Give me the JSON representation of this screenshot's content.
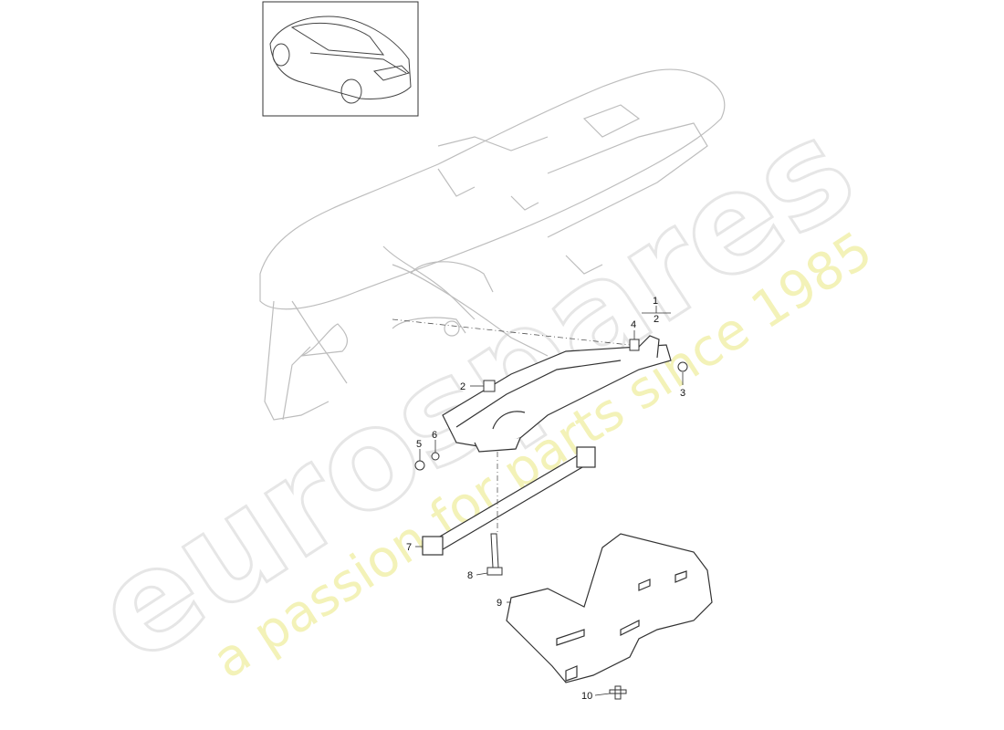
{
  "watermark": {
    "brand": "eurospares",
    "tagline": "a passion for parts since 1985"
  },
  "callouts": [
    {
      "id": "c1",
      "label": "1"
    },
    {
      "id": "c2a",
      "label": "2"
    },
    {
      "id": "c2b",
      "label": "2"
    },
    {
      "id": "c3",
      "label": "3"
    },
    {
      "id": "c4",
      "label": "4"
    },
    {
      "id": "c5",
      "label": "5"
    },
    {
      "id": "c6",
      "label": "6"
    },
    {
      "id": "c7",
      "label": "7"
    },
    {
      "id": "c8",
      "label": "8"
    },
    {
      "id": "c9",
      "label": "9"
    },
    {
      "id": "c10",
      "label": "10"
    }
  ],
  "colors": {
    "line": "#333333",
    "light_line": "#bdbdbd",
    "watermark_grey": "#e6e6e6",
    "watermark_yellow": "#f3f2b8"
  }
}
